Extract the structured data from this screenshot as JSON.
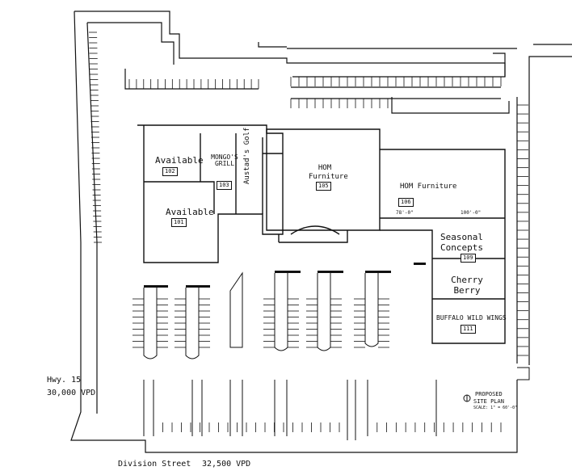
{
  "title": {
    "line1": "PROPOSED",
    "line2": "SITE PLAN",
    "scale": "SCALE: 1\" = 60'-0\""
  },
  "roads": {
    "bottom_name": "Division Street",
    "bottom_vpd": "32,500 VPD",
    "left_name": "Hwy. 15",
    "left_vpd": "30,000 VPD"
  },
  "tenants": [
    {
      "name": "Available",
      "unit": "102"
    },
    {
      "name": "MONGO'S GRILL",
      "unit": "103"
    },
    {
      "name": "Austad's Golf",
      "unit": ""
    },
    {
      "name": "Available",
      "unit": "101"
    },
    {
      "name": "HOM Furniture",
      "unit": "105"
    },
    {
      "name": "HOM Furniture",
      "unit": "106"
    },
    {
      "name": "Seasonal Concepts",
      "unit": "109"
    },
    {
      "name": "Cherry Berry",
      "unit": ""
    },
    {
      "name": "BUFFALO WILD WINGS",
      "unit": "111"
    }
  ],
  "dims": {
    "d1": "78'-0\"",
    "d2": "100'-0\""
  },
  "colors": {
    "line": "#111111",
    "paper": "#ffffff"
  }
}
